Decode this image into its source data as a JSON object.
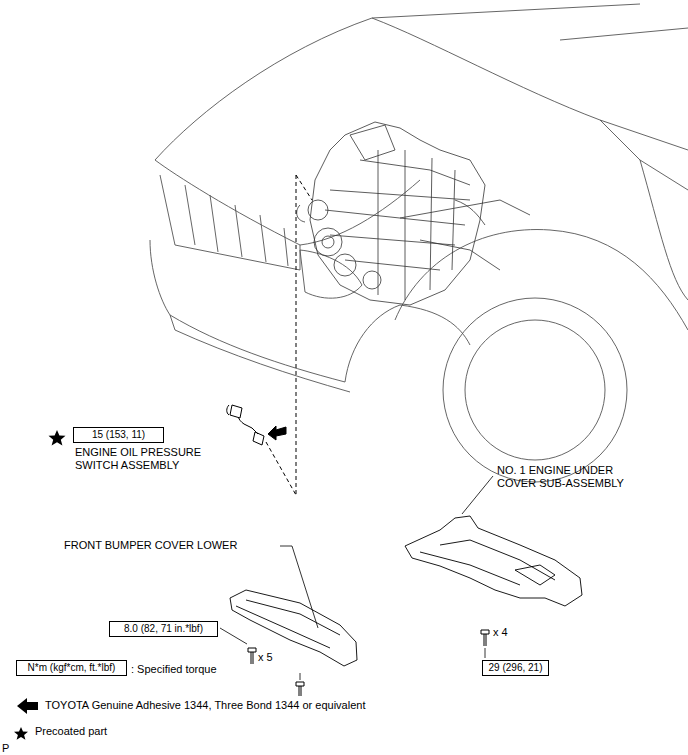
{
  "diagram": {
    "nodes": [
      {
        "text": [
          "15 (153, 11)"
        ]
      },
      {
        "text": [
          "8.0 (82, 71 in.*lbf)"
        ]
      },
      {
        "text": [
          "29 (296, 21)"
        ]
      },
      {
        "text": [
          "N*m (kgf*cm, ft.*lbf)"
        ]
      }
    ],
    "labels": [
      "ENGINE OIL PRESSURE SWITCH ASSEMBLY",
      "NO. 1 ENGINE UNDER COVER SUB-ASSEMBLY",
      "FRONT BUMPER COVER LOWER",
      "x 5",
      "x 4",
      "P"
    ],
    "legend": [
      {
        "text": ": Specified torque"
      },
      {
        "text": "TOYOTA Genuine Adhesive 1344, Three Bond 1344 or equivalent"
      },
      {
        "text": "Precoated part"
      }
    ]
  }
}
